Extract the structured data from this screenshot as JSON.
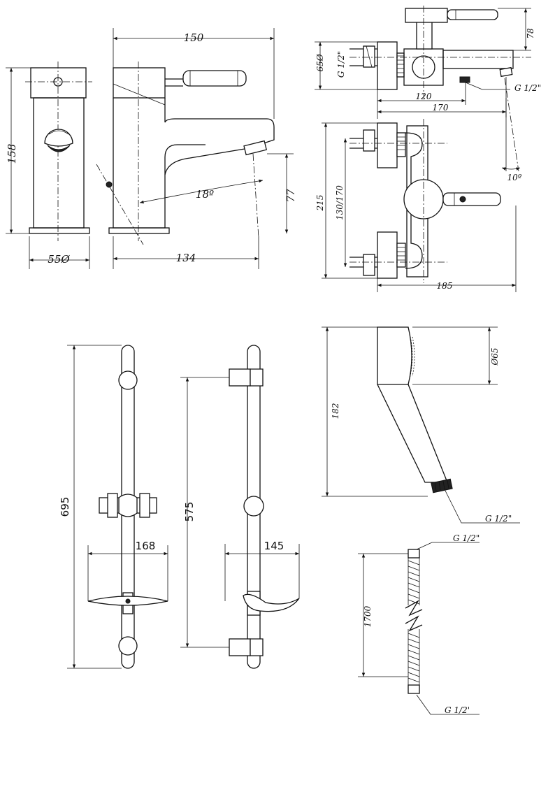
{
  "drawing": {
    "basin_mixer": {
      "dim_height": "158",
      "dim_base_dia": "55Ø",
      "dim_width_total": "150",
      "dim_spout_reach": "134",
      "dim_spout_height": "77",
      "dim_swivel_angle": "18º"
    },
    "bath_mixer": {
      "dim_dia_65": "65Ø",
      "dim_inlet_thread": "G 1/2\"",
      "dim_outlet_thread": "G 1/2\"",
      "dim_78": "78",
      "dim_120": "120",
      "dim_170": "170",
      "dim_angle_10": "10º",
      "dim_215": "215",
      "dim_centres": "130/170",
      "dim_185": "185"
    },
    "slide_rail": {
      "dim_total_length": "695",
      "dim_bracket_span": "575",
      "dim_soap_dish_width": "168",
      "dim_projection": "145"
    },
    "hand_shower": {
      "dim_length": "182",
      "dim_head_dia": "Ø65",
      "dim_thread": "G 1/2\""
    },
    "hose": {
      "dim_length": "1700",
      "dim_thread_top": "G 1/2\"",
      "dim_thread_bottom": "G 1/2'"
    }
  }
}
